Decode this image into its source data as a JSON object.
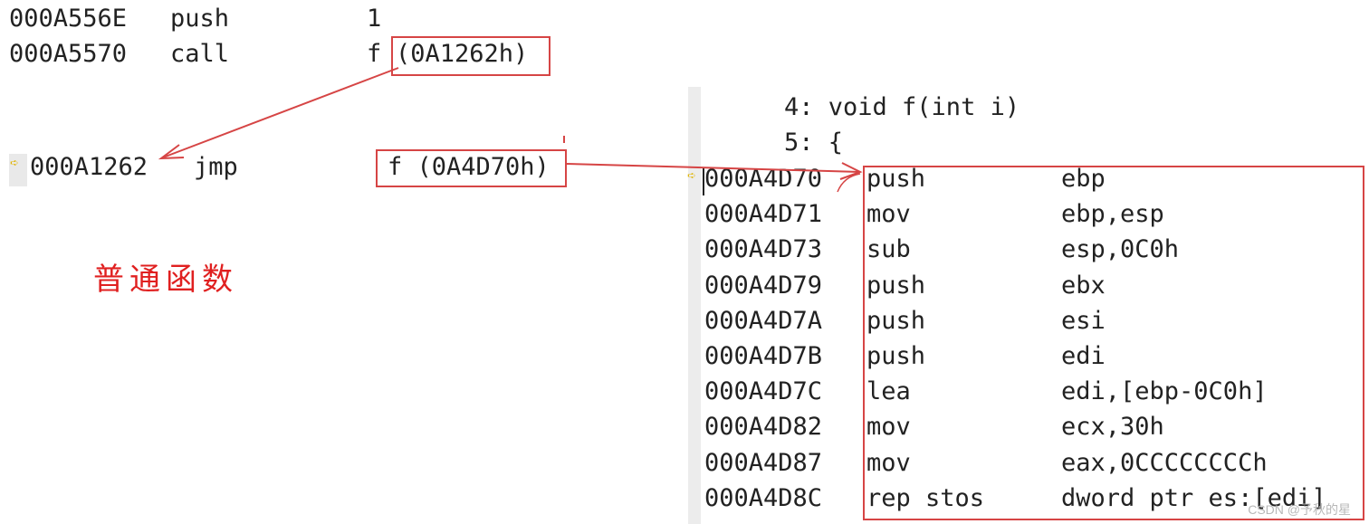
{
  "top_lines": [
    {
      "addr": "000A556E",
      "op": "push",
      "arg": "1"
    },
    {
      "addr": "000A5570",
      "op": "call",
      "arg_name": "f",
      "arg_target": "(0A1262h)"
    }
  ],
  "jmp_line": {
    "addr": "000A1262",
    "op": "jmp",
    "arg": "f (0A4D70h)"
  },
  "caption": "普通函数",
  "source_lines": [
    "4: void f(int i)",
    "5: {"
  ],
  "disasm": [
    {
      "addr": "000A4D70",
      "op": "push",
      "arg": "ebp"
    },
    {
      "addr": "000A4D71",
      "op": "mov",
      "arg": "ebp,esp"
    },
    {
      "addr": "000A4D73",
      "op": "sub",
      "arg": "esp,0C0h"
    },
    {
      "addr": "000A4D79",
      "op": "push",
      "arg": "ebx"
    },
    {
      "addr": "000A4D7A",
      "op": "push",
      "arg": "esi"
    },
    {
      "addr": "000A4D7B",
      "op": "push",
      "arg": "edi"
    },
    {
      "addr": "000A4D7C",
      "op": "lea",
      "arg": "edi,[ebp-0C0h]"
    },
    {
      "addr": "000A4D82",
      "op": "mov",
      "arg": "ecx,30h"
    },
    {
      "addr": "000A4D87",
      "op": "mov",
      "arg": "eax,0CCCCCCCCh"
    },
    {
      "addr": "000A4D8C",
      "op": "rep stos",
      "arg": "dword ptr es:[edi]"
    }
  ],
  "watermark": "CSDN @予秋的星",
  "colors": {
    "annotation_red": "#d64545",
    "caption_red": "#e02020",
    "marker_yellow": "#e0b400"
  },
  "icons": {
    "current_line": "yellow-arrow-icon"
  }
}
